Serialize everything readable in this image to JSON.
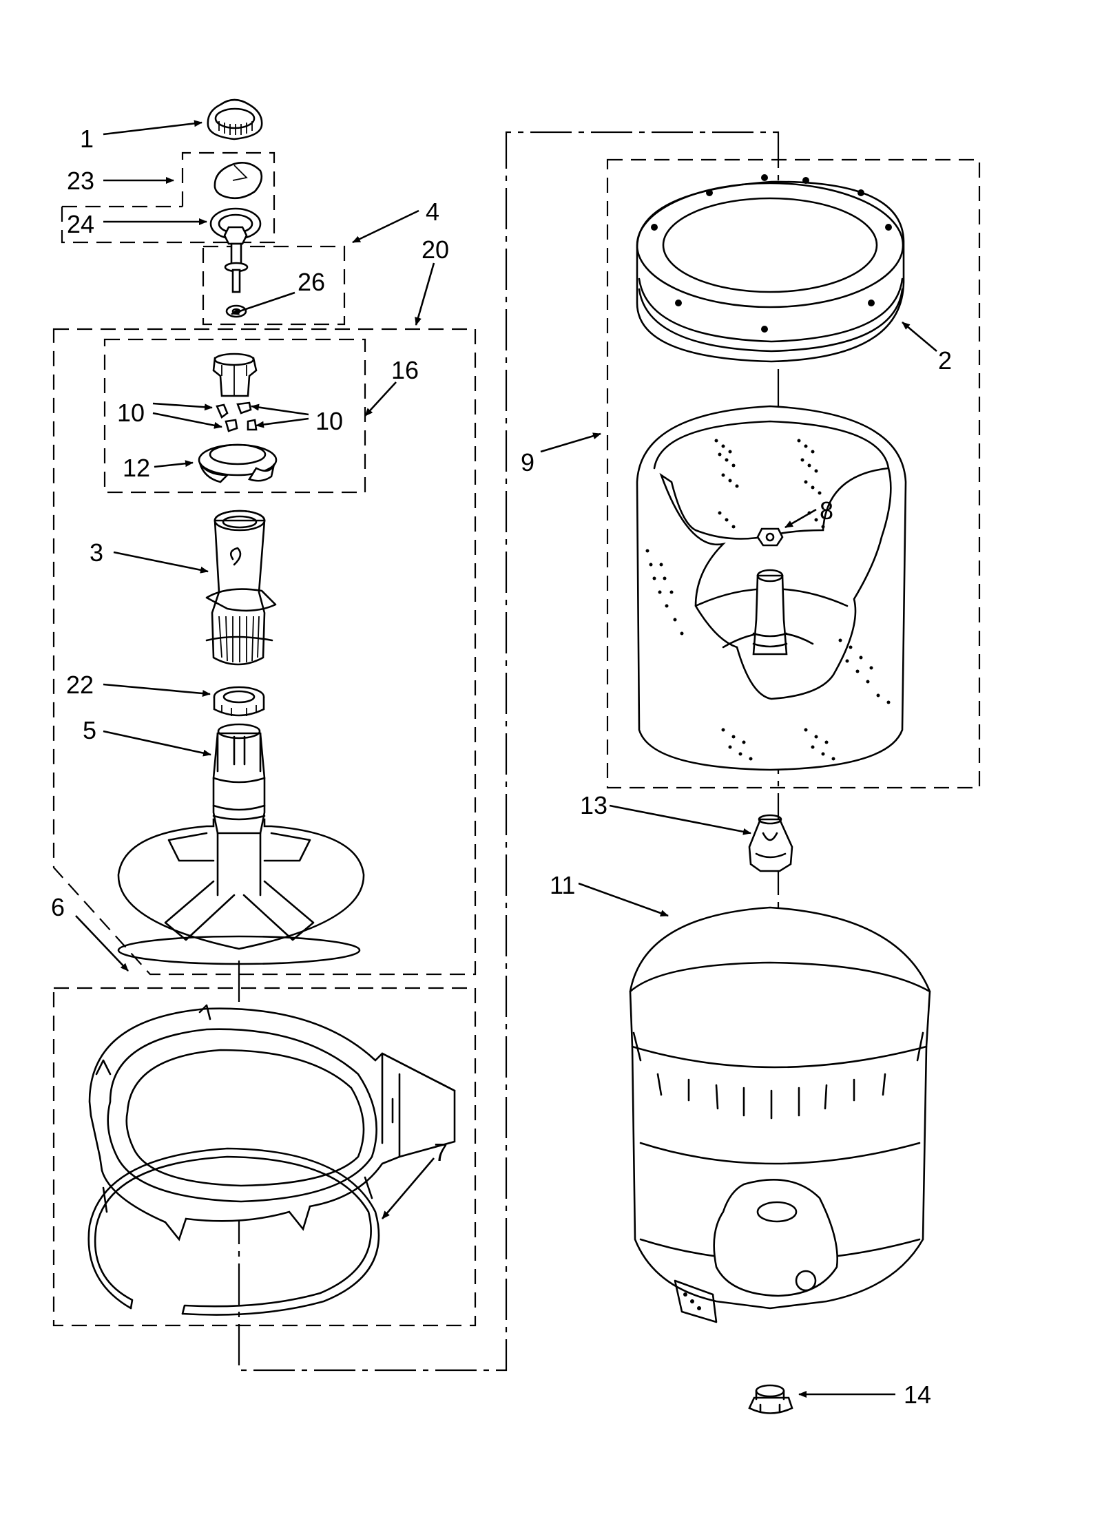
{
  "callouts": {
    "c1": "1",
    "c2": "2",
    "c3": "3",
    "c4": "4",
    "c5": "5",
    "c6": "6",
    "c7": "7",
    "c8": "8",
    "c9": "9",
    "c10a": "10",
    "c10b": "10",
    "c11": "11",
    "c12": "12",
    "c13": "13",
    "c14": "14",
    "c16": "16",
    "c20": "20",
    "c22": "22",
    "c23": "23",
    "c24": "24",
    "c26": "26"
  }
}
